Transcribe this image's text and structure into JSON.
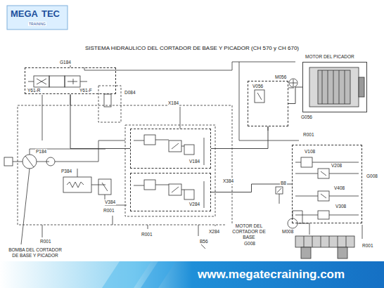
{
  "diagram": {
    "title": "SISTEMA HIDRAULICO DEL CORTADOR DE BASE Y PICADOR (CH 570 y CH 670)",
    "nodes": [
      {
        "text": [
          "G184"
        ]
      },
      {
        "text": [
          "V184"
        ]
      },
      {
        "text": [
          "V284"
        ]
      },
      {
        "text": [
          "V056"
        ]
      },
      {
        "text": [
          "MOTOR DEL PICADOR",
          "G056"
        ]
      },
      {
        "text": [
          "G008"
        ]
      }
    ],
    "edges": [
      {
        "from": 0,
        "to": 1,
        "arrow": "none"
      },
      {
        "from": 1,
        "to": 3,
        "arrow": "none"
      },
      {
        "from": 3,
        "to": 4,
        "arrow": "none"
      },
      {
        "from": 2,
        "to": 5,
        "arrow": "none"
      }
    ],
    "labels": [
      "MEGA",
      "TEC",
      "TRAINING",
      "Y61-R",
      "Y61-F",
      "D084",
      "X184",
      "X384",
      "X284",
      "B56",
      "P184",
      "P384",
      "V384",
      "R001",
      "R001",
      "R001",
      "R001",
      "R001",
      "M056",
      "V108",
      "V208",
      "V408",
      "V308",
      "B8",
      "M008",
      "MOTOR DEL CORTADOR DE BASE",
      "G008",
      "BOMBA DEL CORTADOR DE BASE Y PICADOR",
      "www.megatecraining.com"
    ]
  }
}
